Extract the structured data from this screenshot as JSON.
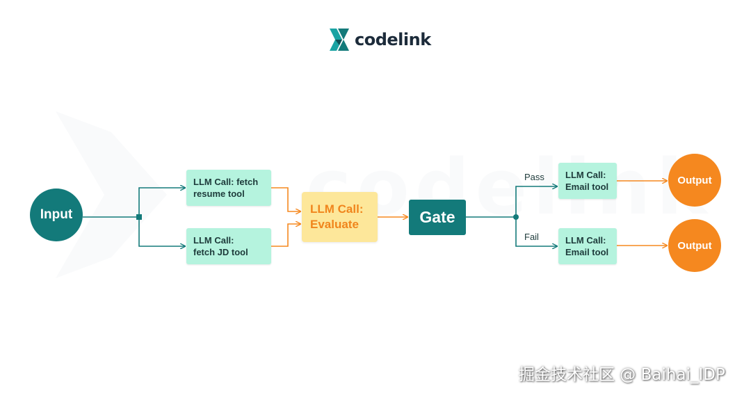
{
  "logo": {
    "text": "codelink",
    "watermark": "codelink"
  },
  "nodes": {
    "input": "Input",
    "fetch_resume": "LLM Call: fetch\nresume tool",
    "fetch_jd": "LLM Call:\nfetch JD tool",
    "evaluate": "LLM Call:\nEvaluate",
    "gate": "Gate",
    "email_pass": "LLM Call:\nEmail tool",
    "email_fail": "LLM Call:\nEmail tool",
    "output_pass": "Output",
    "output_fail": "Output"
  },
  "edges": {
    "pass_label": "Pass",
    "fail_label": "Fail"
  },
  "footer": {
    "credit": "掘金技术社区 @ Baihai_IDP"
  },
  "colors": {
    "teal": "#137a7a",
    "mint": "#b5f3de",
    "yellow": "#fde79a",
    "orange": "#f5881f"
  }
}
